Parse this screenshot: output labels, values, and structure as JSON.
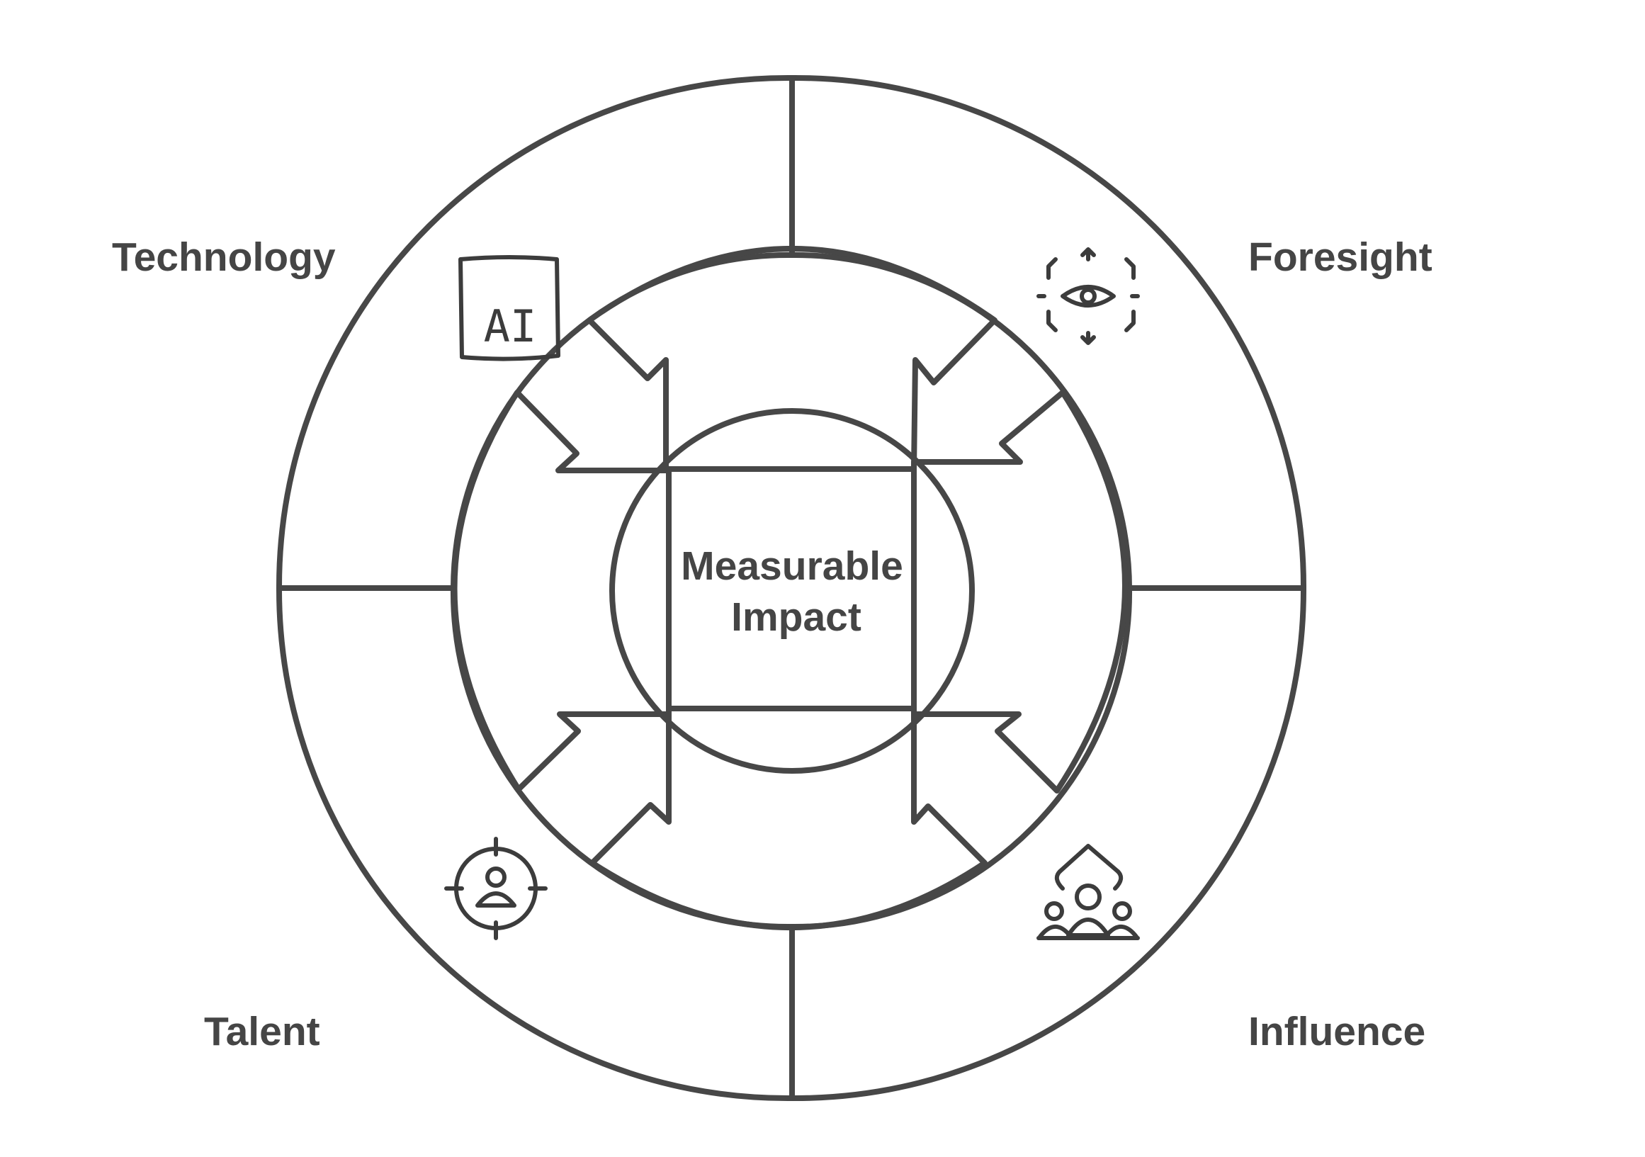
{
  "diagram": {
    "center": {
      "line1": "Measurable",
      "line2": "Impact"
    },
    "segments": [
      {
        "key": "technology",
        "label": "Technology",
        "icon": "ai-chip-icon",
        "icon_text": "AI",
        "color": "#76dcfd"
      },
      {
        "key": "foresight",
        "label": "Foresight",
        "icon": "eye-focus-icon",
        "color": "#cdf86f"
      },
      {
        "key": "influence",
        "label": "Influence",
        "icon": "group-growth-icon",
        "color": "#fda19d"
      },
      {
        "key": "talent",
        "label": "Talent",
        "icon": "person-target-icon",
        "color": "#fcef7d"
      }
    ],
    "center_color": "#e9e9e9",
    "outline_color": "#474747"
  }
}
